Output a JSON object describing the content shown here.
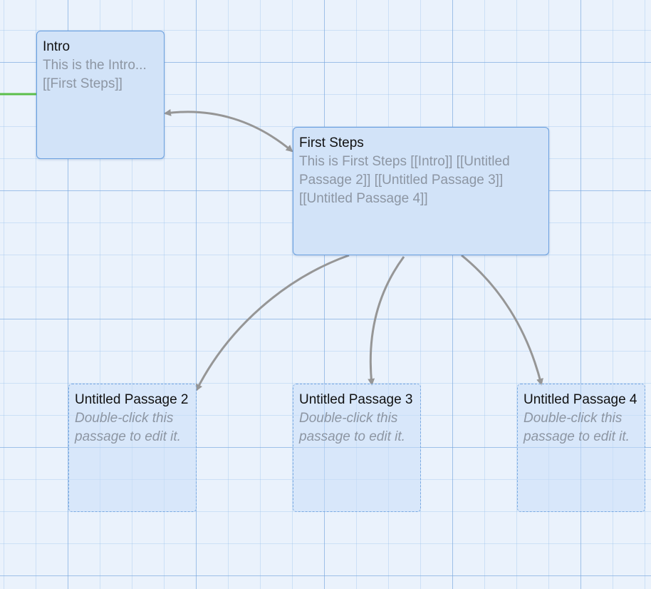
{
  "story_map": {
    "passages": [
      {
        "id": "intro",
        "name": "Intro",
        "excerpt": "This is the Intro... [[First Steps]]"
      },
      {
        "id": "first-steps",
        "name": "First Steps",
        "excerpt": "This is First Steps [[Intro]] [[Untitled Passage 2]] [[Untitled Passage 3]] [[Untitled Passage 4]]"
      },
      {
        "id": "untitled-2",
        "name": "Untitled Passage 2",
        "excerpt": "Double-click this passage to edit it."
      },
      {
        "id": "untitled-3",
        "name": "Untitled Passage 3",
        "excerpt": "Double-click this passage to edit it."
      },
      {
        "id": "untitled-4",
        "name": "Untitled Passage 4",
        "excerpt": "Double-click this passage to edit it."
      }
    ]
  },
  "colors": {
    "canvas_background": "#eaf2fc",
    "passage_fill": "#d2e3f8",
    "passage_border": "#6aa0e0",
    "link_arrow": "#969696",
    "start_connector": "#5cbf4a"
  }
}
